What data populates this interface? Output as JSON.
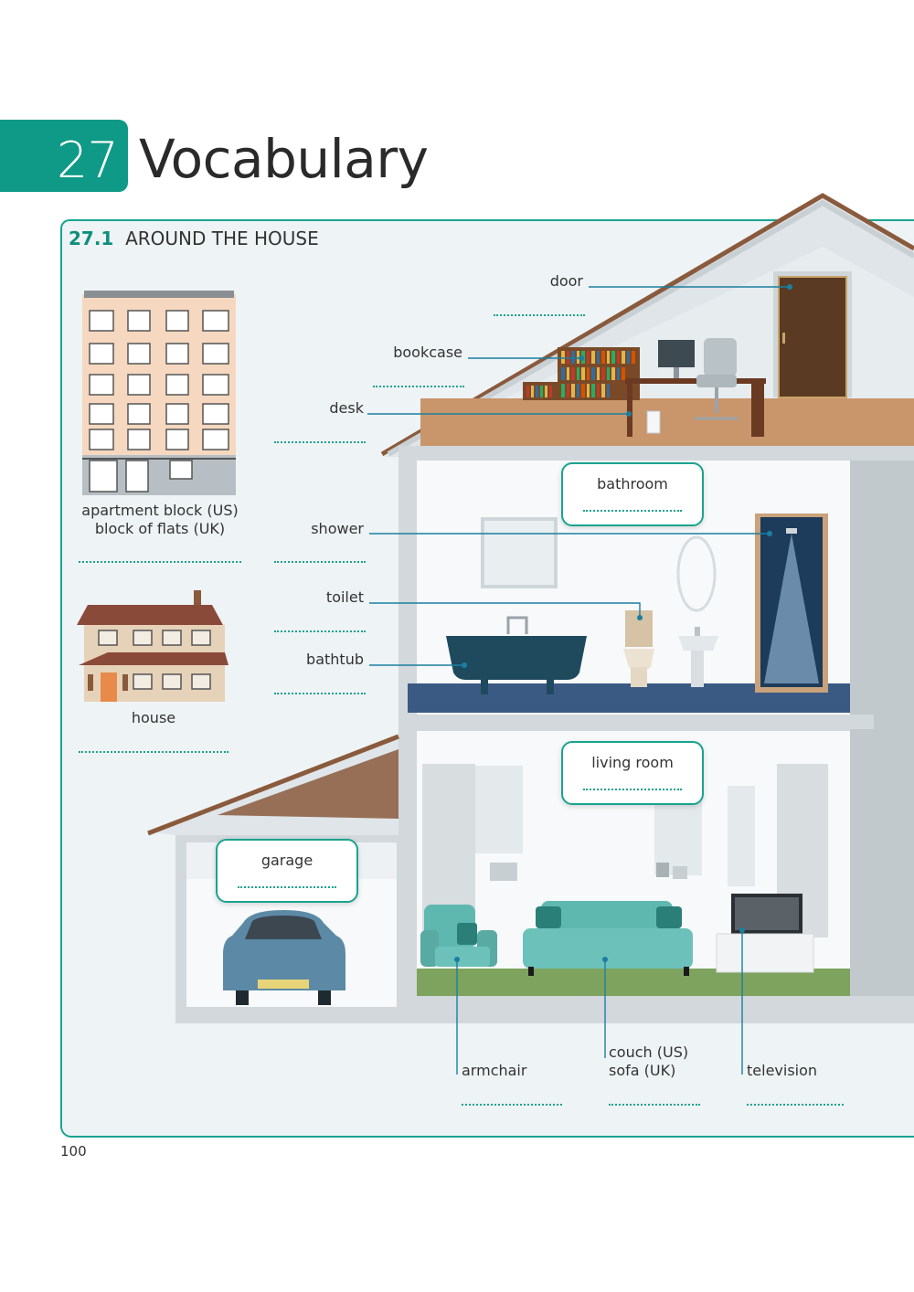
{
  "chapter": {
    "number": "27",
    "title": "Vocabulary"
  },
  "section": {
    "number": "27.1",
    "title": "AROUND THE HOUSE"
  },
  "labels": {
    "door": "door",
    "bookcase": "bookcase",
    "desk": "desk",
    "apartment_us": "apartment block (US)",
    "apartment_uk": "block of flats (UK)",
    "shower": "shower",
    "toilet": "toilet",
    "bathtub": "bathtub",
    "house": "house",
    "armchair": "armchair",
    "couch_us": "couch (US)",
    "sofa_uk": "sofa (UK)",
    "television": "television"
  },
  "rooms": {
    "bathroom": "bathroom",
    "living_room": "living room",
    "garage": "garage"
  },
  "page_number": "100",
  "colors": {
    "accent": "#1aa38f",
    "tab": "#0e9a86",
    "panel": "#eef3f5"
  }
}
